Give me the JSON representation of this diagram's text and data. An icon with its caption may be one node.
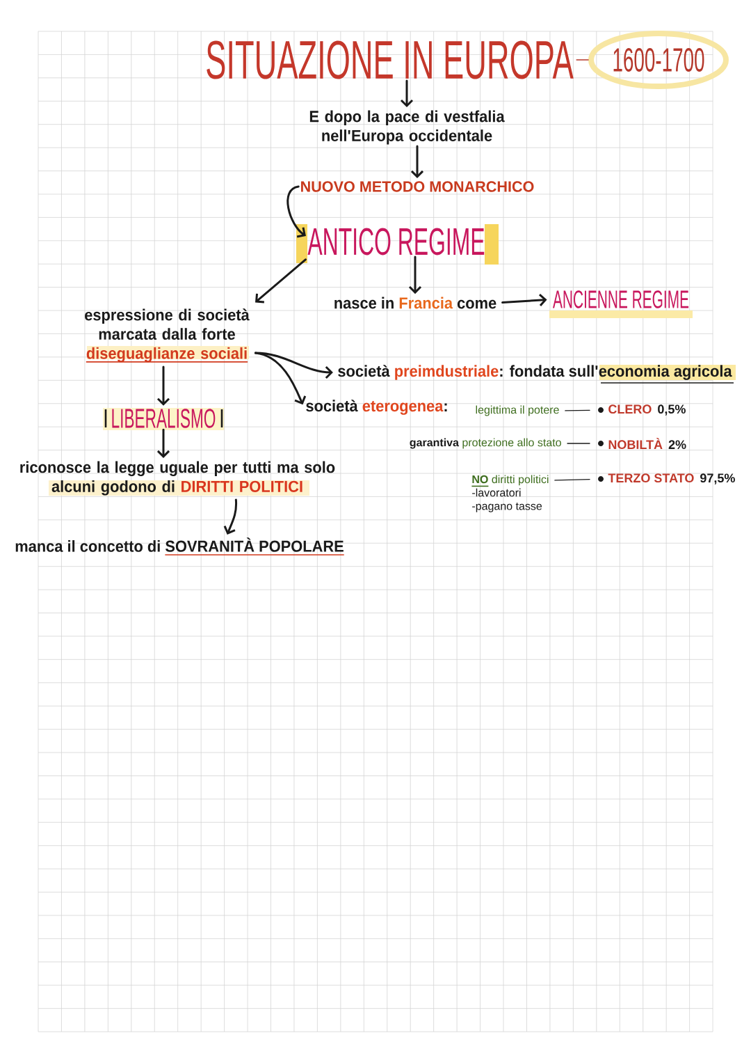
{
  "diagram": {
    "nodes": [
      {
        "text": [
          "SITUAZIONE IN EUROPA"
        ]
      },
      {
        "text": [
          "1600-1700"
        ]
      },
      {
        "text": [
          "E dopo la pace di vestfalia nell'Europa occidentale"
        ]
      },
      {
        "text": [
          "NUOVO METODO MONARCHICO"
        ]
      },
      {
        "text": [
          "ANTICO REGIME"
        ]
      },
      {
        "text": [
          "nasce in **Francia** come"
        ]
      },
      {
        "text": [
          "ANCIENNE REGIME"
        ]
      },
      {
        "text": [
          "espressione di società marcata dalla forte **diseguaglianze sociali**"
        ]
      },
      {
        "text": [
          "società **preimdustriale**: fondata sull'economia agricola"
        ]
      },
      {
        "text": [
          "società **eterogenea**:"
        ]
      },
      {
        "text": [
          "legittima il potere"
        ]
      },
      {
        "text": [
          "CLERO",
          "0,5%"
        ]
      },
      {
        "text": [
          "LIBERALISMO"
        ]
      },
      {
        "text": [
          "**garantiva** protezione allo stato"
        ]
      },
      {
        "text": [
          "NOBILTÀ",
          "2%"
        ]
      },
      {
        "text": [
          "riconosce la legge uguale per tutti ma solo alcuni godono di **DIRITTI POLITICI**"
        ]
      },
      {
        "text": [
          "**NO** diritti politici",
          "-lavoratori",
          "-pagano tasse"
        ]
      },
      {
        "text": [
          "TERZO STATO",
          "97,5%"
        ]
      },
      {
        "text": [
          "manca il concetto di **SOVRANITÀ POPOLARE**"
        ]
      }
    ],
    "edges": [
      {
        "from": 0,
        "to": 1,
        "arrow": "none",
        "color": "#b5382b"
      },
      {
        "from": 0,
        "to": 2,
        "arrow": "to"
      },
      {
        "from": 2,
        "to": 3,
        "arrow": "to"
      },
      {
        "from": 3,
        "to": 4,
        "arrow": "to"
      },
      {
        "from": 4,
        "to": 7,
        "arrow": "to"
      },
      {
        "from": 4,
        "to": 5,
        "arrow": "to"
      },
      {
        "from": 5,
        "to": 6,
        "arrow": "to"
      },
      {
        "from": 7,
        "to": 8,
        "arrow": "to"
      },
      {
        "from": 7,
        "to": 9,
        "arrow": "to"
      },
      {
        "from": 7,
        "to": 12,
        "arrow": "to"
      },
      {
        "from": 12,
        "to": 15,
        "arrow": "to"
      },
      {
        "from": 15,
        "to": 18,
        "arrow": "to"
      },
      {
        "from": 10,
        "to": 11,
        "arrow": "none"
      },
      {
        "from": 13,
        "to": 14,
        "arrow": "none"
      },
      {
        "from": 16,
        "to": 17,
        "arrow": "none"
      }
    ]
  }
}
